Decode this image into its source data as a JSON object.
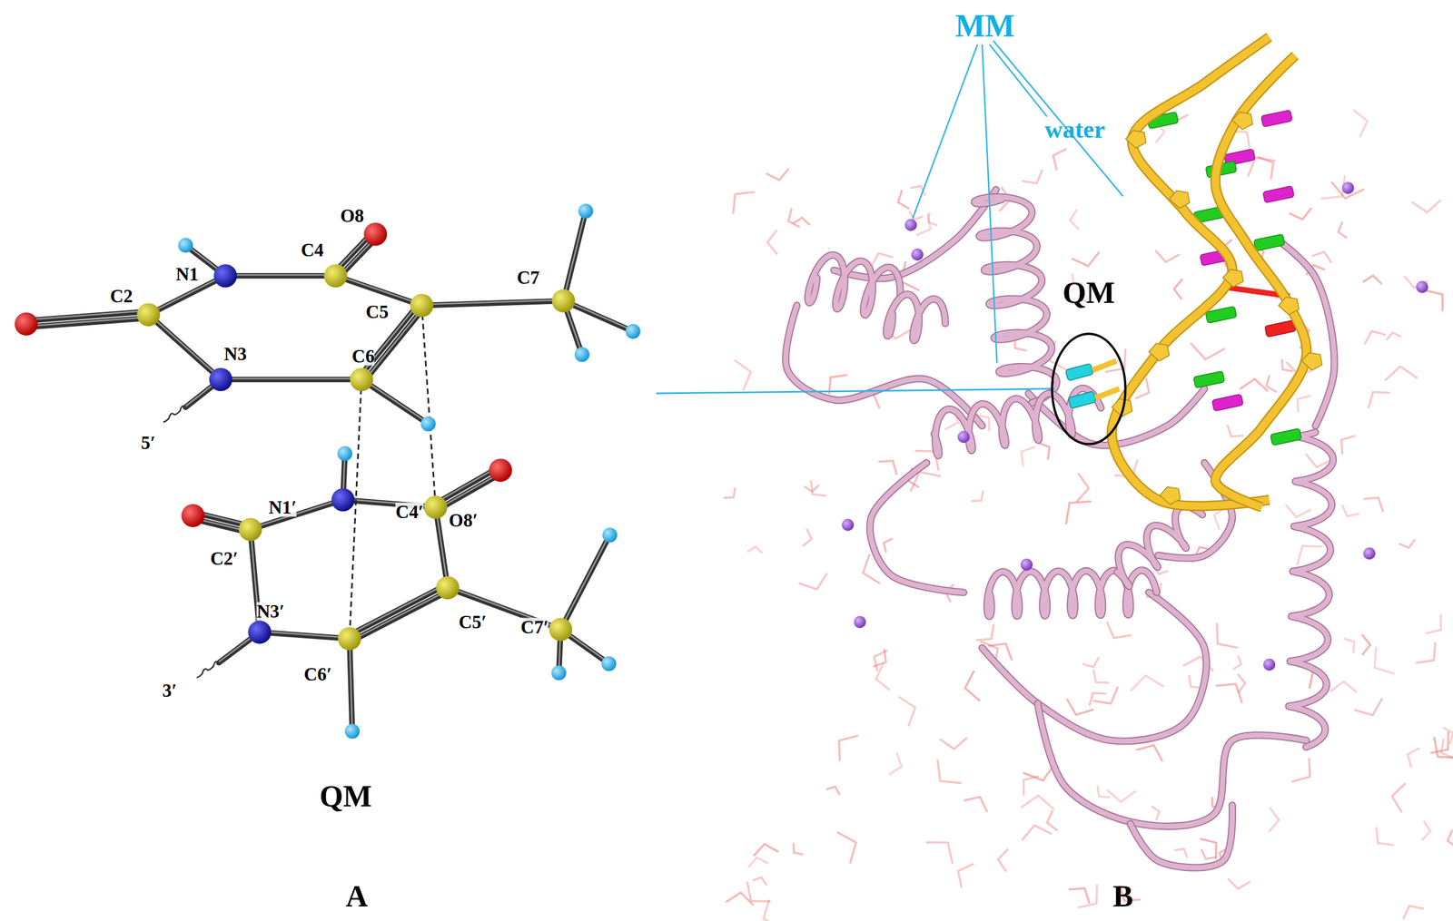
{
  "diagram": {
    "nodes": [
      {
        "text": [
          "QM"
        ]
      }
    ],
    "labels": [
      "O8",
      "C4",
      "N1",
      "C2",
      "C7",
      "C5",
      "N3",
      "C6",
      "5′",
      "O8′",
      "N1′",
      "C4′",
      "C2′",
      "C7′",
      "N3′",
      "C5′",
      "3′",
      "C6′",
      "QM",
      "A",
      "MM",
      "water",
      "B"
    ]
  }
}
